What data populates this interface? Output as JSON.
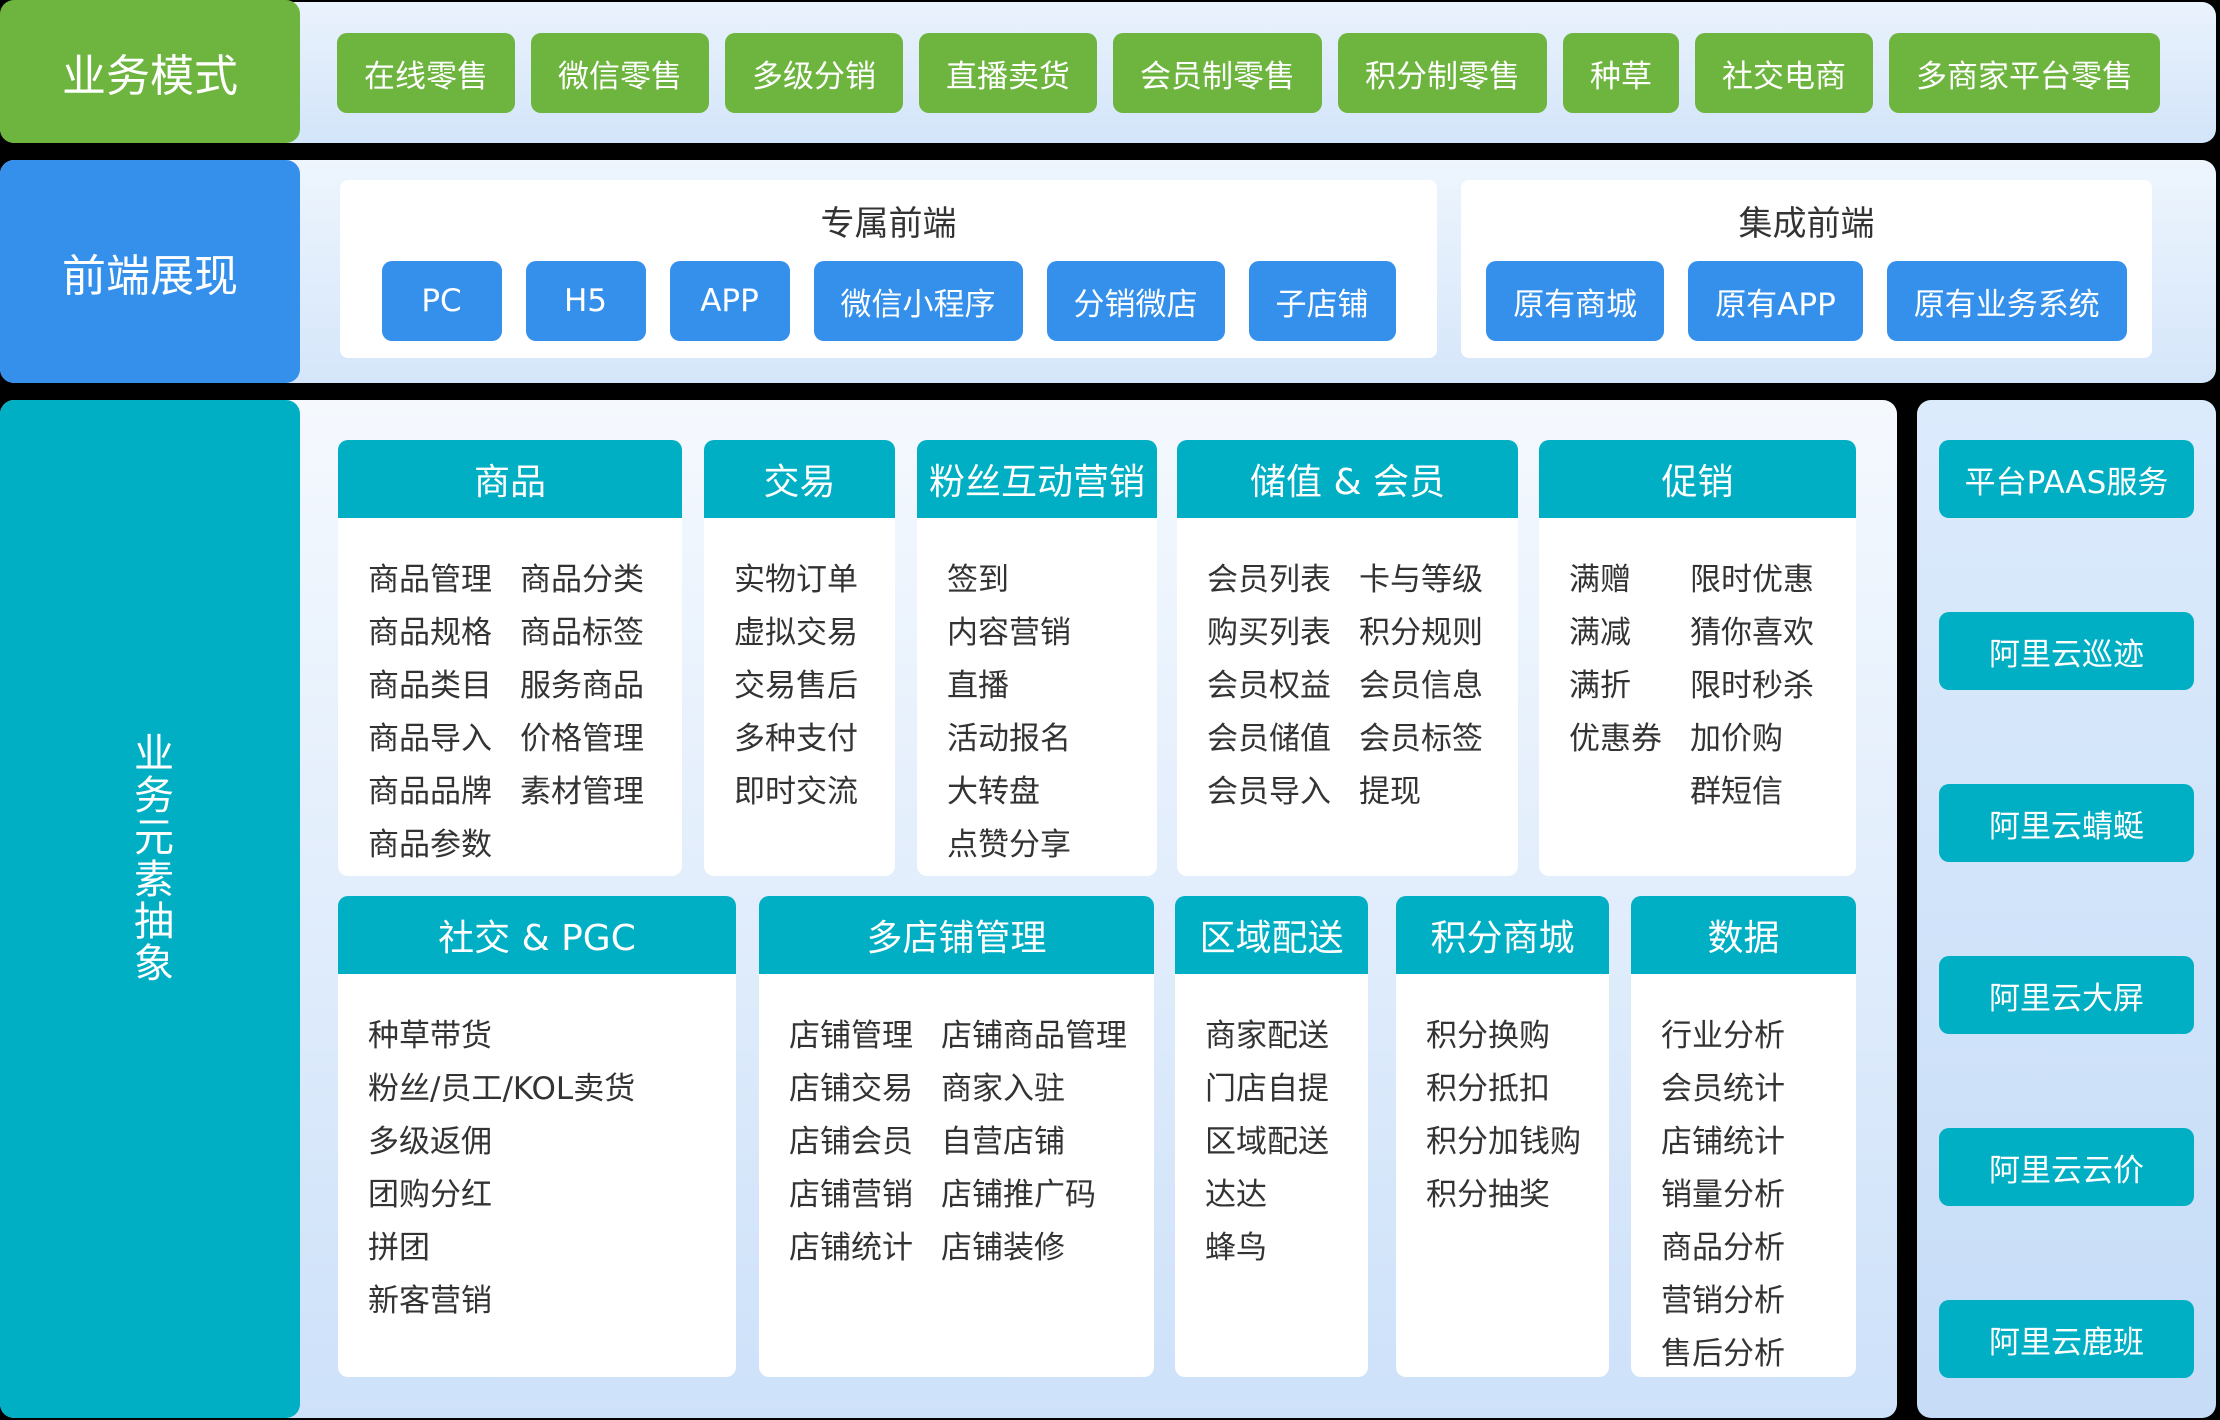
{
  "business_model": {
    "label": "业务模式",
    "items": [
      "在线零售",
      "微信零售",
      "多级分销",
      "直播卖货",
      "会员制零售",
      "积分制零售",
      "种草",
      "社交电商",
      "多商家平台零售"
    ]
  },
  "frontend": {
    "label": "前端展现",
    "dedicated": {
      "title": "专属前端",
      "items": [
        "PC",
        "H5",
        "APP",
        "微信小程序",
        "分销微店",
        "子店铺"
      ]
    },
    "integrated": {
      "title": "集成前端",
      "items": [
        "原有商城",
        "原有APP",
        "原有业务系统"
      ]
    }
  },
  "abstraction": {
    "label": "业务元素抽象",
    "cards": {
      "goods": {
        "title": "商品",
        "left": [
          "商品管理",
          "商品规格",
          "商品类目",
          "商品导入",
          "商品品牌",
          "商品参数"
        ],
        "right": [
          "商品分类",
          "商品标签",
          "服务商品",
          "价格管理",
          "素材管理"
        ]
      },
      "trade": {
        "title": "交易",
        "items": [
          "实物订单",
          "虚拟交易",
          "交易售后",
          "多种支付",
          "即时交流"
        ]
      },
      "fans": {
        "title": "粉丝互动营销",
        "items": [
          "签到",
          "内容营销",
          "直播",
          "活动报名",
          "大转盘",
          "点赞分享"
        ]
      },
      "member": {
        "title": "储值 & 会员",
        "left": [
          "会员列表",
          "购买列表",
          "会员权益",
          "会员储值",
          "会员导入"
        ],
        "right": [
          "卡与等级",
          "积分规则",
          "会员信息",
          "会员标签",
          "提现"
        ]
      },
      "promotion": {
        "title": "促销",
        "left": [
          "满赠",
          "满减",
          "满折",
          "优惠券"
        ],
        "right": [
          "限时优惠",
          "猜你喜欢",
          "限时秒杀",
          "加价购",
          "群短信"
        ]
      },
      "social": {
        "title": "社交 & PGC",
        "items": [
          "种草带货",
          "粉丝/员工/KOL卖货",
          "多级返佣",
          "团购分红",
          "拼团",
          "新客营销"
        ]
      },
      "multistore": {
        "title": "多店铺管理",
        "left": [
          "店铺管理",
          "店铺交易",
          "店铺会员",
          "店铺营销",
          "店铺统计"
        ],
        "right": [
          "店铺商品管理",
          "商家入驻",
          "自营店铺",
          "店铺推广码",
          "店铺装修"
        ]
      },
      "delivery": {
        "title": "区域配送",
        "items": [
          "商家配送",
          "门店自提",
          "区域配送",
          "达达",
          "蜂鸟"
        ]
      },
      "points": {
        "title": "积分商城",
        "items": [
          "积分换购",
          "积分抵扣",
          "积分加钱购",
          "积分抽奖"
        ]
      },
      "data": {
        "title": "数据",
        "items": [
          "行业分析",
          "会员统计",
          "店铺统计",
          "销量分析",
          "商品分析",
          "营销分析",
          "售后分析"
        ]
      }
    }
  },
  "paas": {
    "items": [
      "平台PAAS服务",
      "阿里云巡迹",
      "阿里云蜻蜓",
      "阿里云大屏",
      "阿里云云价",
      "阿里云鹿班"
    ]
  },
  "colors": {
    "green": "#6eb53f",
    "blue": "#3590ec",
    "teal": "#00afc4",
    "divider": "#000000"
  }
}
